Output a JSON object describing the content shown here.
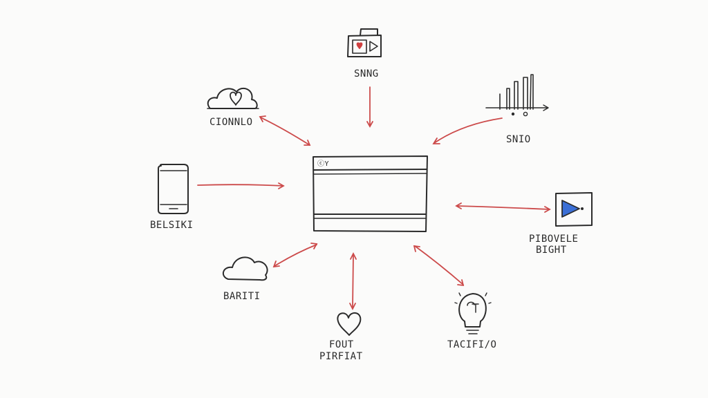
{
  "center": {
    "header_text": "ⓒY"
  },
  "nodes": [
    {
      "id": "top",
      "icon": "media-player-icon",
      "label_lines": [
        "SNNG"
      ]
    },
    {
      "id": "top-left",
      "icon": "cloud-heart-icon",
      "label_lines": [
        "CIONNLO"
      ]
    },
    {
      "id": "top-right",
      "icon": "bar-chart-icon",
      "label_lines": [
        "SNIO"
      ]
    },
    {
      "id": "left",
      "icon": "smartphone-icon",
      "label_lines": [
        "BELSIKI"
      ]
    },
    {
      "id": "right",
      "icon": "play-button-icon",
      "label_lines": [
        "PIBOVELE",
        "BIGHT"
      ]
    },
    {
      "id": "bottom-left",
      "icon": "cloud-icon",
      "label_lines": [
        "BARITI"
      ]
    },
    {
      "id": "bottom",
      "icon": "heart-icon",
      "label_lines": [
        "FOUT",
        "PIRFIAT"
      ]
    },
    {
      "id": "bottom-right",
      "icon": "lightbulb-icon",
      "label_lines": [
        "TACIFI/O"
      ]
    }
  ],
  "colors": {
    "ink": "#2b2b2b",
    "arrow": "#cc4a4a",
    "accent_blue": "#3b6fd6",
    "accent_red": "#d04040",
    "background": "#fbfbfa"
  }
}
